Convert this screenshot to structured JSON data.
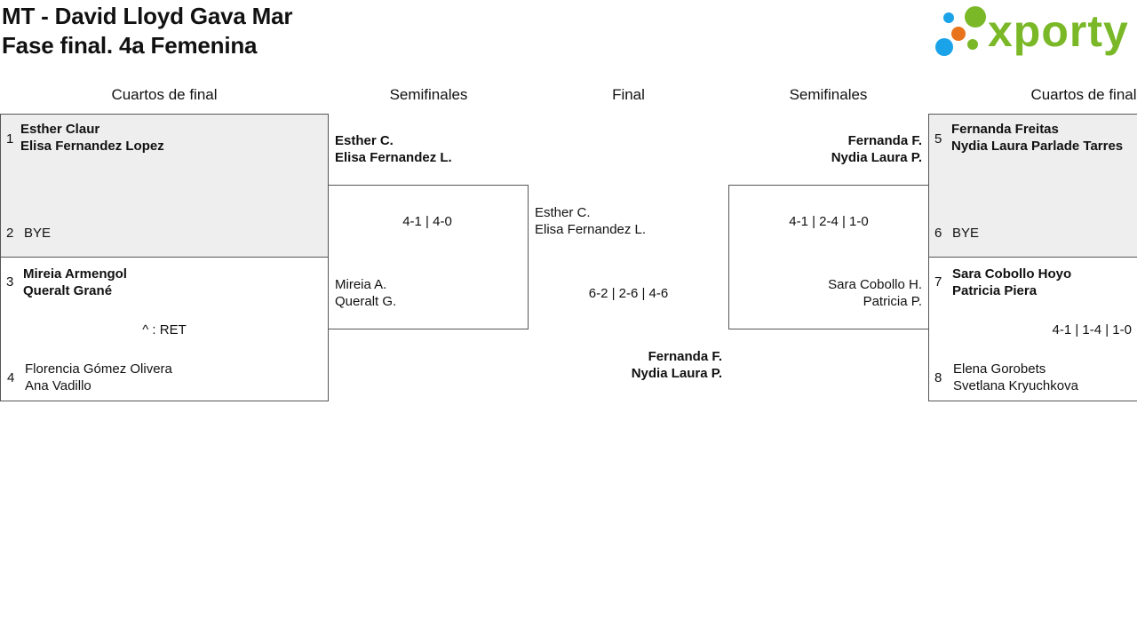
{
  "header": {
    "title_line1": "MT - David Lloyd Gava Mar",
    "title_line2": "Fase final. 4a Femenina"
  },
  "logo": {
    "text": "xporty",
    "dot_colors": [
      "#1aa3e8",
      "#7ab827",
      "#e8731a",
      "#1aa3e8"
    ]
  },
  "rounds": {
    "left_quarter": "Cuartos de final",
    "left_semi": "Semifinales",
    "final": "Final",
    "right_semi": "Semifinales",
    "right_quarter": "Cuartos de final"
  },
  "left_quarters": {
    "match1": {
      "seed_a": "1",
      "a_line1": "Esther Claur",
      "a_line2": "Elisa Fernandez Lopez",
      "seed_b": "2",
      "b_line1": "BYE"
    },
    "match2": {
      "seed_a": "3",
      "a_line1": "Mireia Armengol",
      "a_line2": "Queralt Grané",
      "score": "^ : RET",
      "seed_b": "4",
      "b_line1": "Florencia Gómez Olivera",
      "b_line2": "Ana Vadillo"
    }
  },
  "left_semi": {
    "top_line1": "Esther C.",
    "top_line2": "Elisa Fernandez L.",
    "score": "4-1 | 4-0",
    "bottom_line1": "Mireia A.",
    "bottom_line2": "Queralt G."
  },
  "final": {
    "left_line1": "Esther C.",
    "left_line2": "Elisa Fernandez L.",
    "score": "6-2 | 2-6 | 4-6",
    "winner_line1": "Fernanda F.",
    "winner_line2": "Nydia Laura P."
  },
  "right_semi": {
    "top_line1": "Fernanda F.",
    "top_line2": "Nydia Laura P.",
    "score": "4-1 | 2-4 | 1-0",
    "bottom_line1": "Sara Cobollo H.",
    "bottom_line2": "Patricia P."
  },
  "right_quarters": {
    "match1": {
      "seed_a": "5",
      "a_line1": "Fernanda Freitas",
      "a_line2": "Nydia Laura Parlade Tarres",
      "seed_b": "6",
      "b_line1": "BYE"
    },
    "match2": {
      "seed_a": "7",
      "a_line1": "Sara Cobollo Hoyo",
      "a_line2": "Patricia Piera",
      "score": "4-1 | 1-4 | 1-0",
      "seed_b": "8",
      "b_line1": "Elena Gorobets",
      "b_line2": "Svetlana Kryuchkova"
    }
  }
}
